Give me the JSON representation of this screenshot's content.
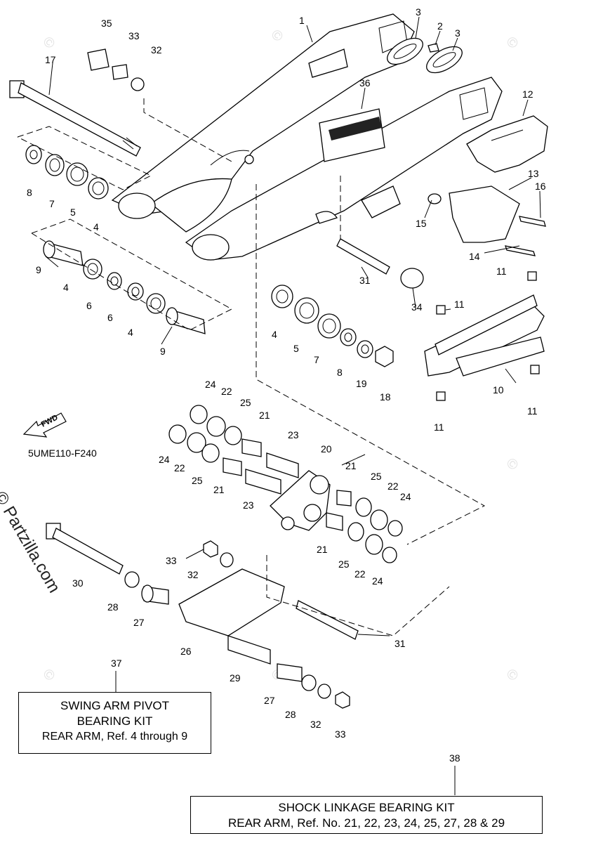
{
  "diagram_code": "5UME110-F240",
  "fwd_label": "FWD",
  "brand_watermark": "© Partzilla.com",
  "kits": {
    "swing_arm": {
      "ref": "37",
      "line1": "SWING ARM PIVOT",
      "line2": "BEARING KIT",
      "line3": "REAR ARM, Ref. 4 through 9"
    },
    "shock_linkage": {
      "ref": "38",
      "line1": "SHOCK LINKAGE BEARING KIT",
      "line2": "REAR ARM, Ref. No. 21, 22, 23, 24, 25, 27, 28 & 29"
    }
  },
  "callouts": {
    "c1": "1",
    "c2": "2",
    "c3a": "3",
    "c3b": "3",
    "c4a": "4",
    "c4b": "4",
    "c4c": "4",
    "c4d": "4",
    "c5a": "5",
    "c5b": "5",
    "c6a": "6",
    "c6b": "6",
    "c7a": "7",
    "c7b": "7",
    "c8a": "8",
    "c8b": "8",
    "c9a": "9",
    "c9b": "9",
    "c10": "10",
    "c11a": "11",
    "c11b": "11",
    "c11c": "11",
    "c11d": "11",
    "c12": "12",
    "c13": "13",
    "c14": "14",
    "c15": "15",
    "c16": "16",
    "c17": "17",
    "c18": "18",
    "c19": "19",
    "c20": "20",
    "c21a": "21",
    "c21b": "21",
    "c21c": "21",
    "c21d": "21",
    "c22a": "22",
    "c22b": "22",
    "c22c": "22",
    "c22d": "22",
    "c23a": "23",
    "c23b": "23",
    "c24a": "24",
    "c24b": "24",
    "c24c": "24",
    "c24d": "24",
    "c25a": "25",
    "c25b": "25",
    "c25c": "25",
    "c25d": "25",
    "c26": "26",
    "c27a": "27",
    "c27b": "27",
    "c28a": "28",
    "c28b": "28",
    "c29": "29",
    "c30": "30",
    "c31a": "31",
    "c31b": "31",
    "c32a": "32",
    "c32b": "32",
    "c32c": "32",
    "c33a": "33",
    "c33b": "33",
    "c33c": "33",
    "c34": "34",
    "c35": "35",
    "c36": "36"
  }
}
